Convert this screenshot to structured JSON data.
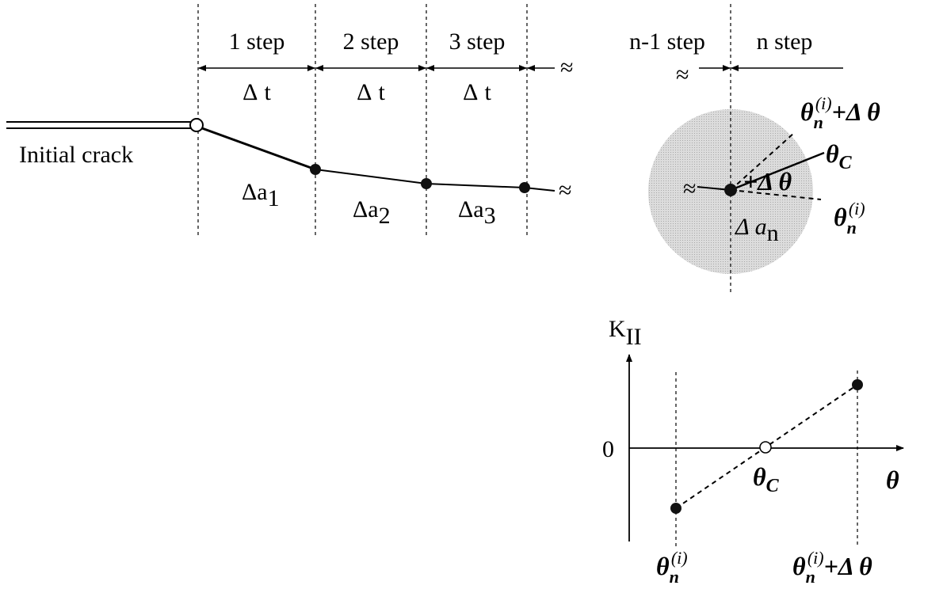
{
  "steps": {
    "step1_label": "1 step",
    "step2_label": "2 step",
    "step3_label": "3 step",
    "stepn1_label": "n-1 step",
    "stepn_label": "n step",
    "dt_symbol": "Δ",
    "dt_var": "t"
  },
  "crack": {
    "initial_label": "Initial crack",
    "da_symbol": "Δa",
    "da1_sub": "1",
    "da2_sub": "2",
    "da3_sub": "3",
    "dan_main": "Δ a",
    "dan_sub": "n",
    "break_mark": "≈"
  },
  "angles": {
    "theta": "θ",
    "sub_n": "n",
    "sup_i": "(i)",
    "plus_dtheta": "+Δ θ",
    "sub_c": "C"
  },
  "graph": {
    "y_axis_main": "K",
    "y_axis_sub": "II",
    "zero_label": "0",
    "x_axis_label": "θ"
  }
}
